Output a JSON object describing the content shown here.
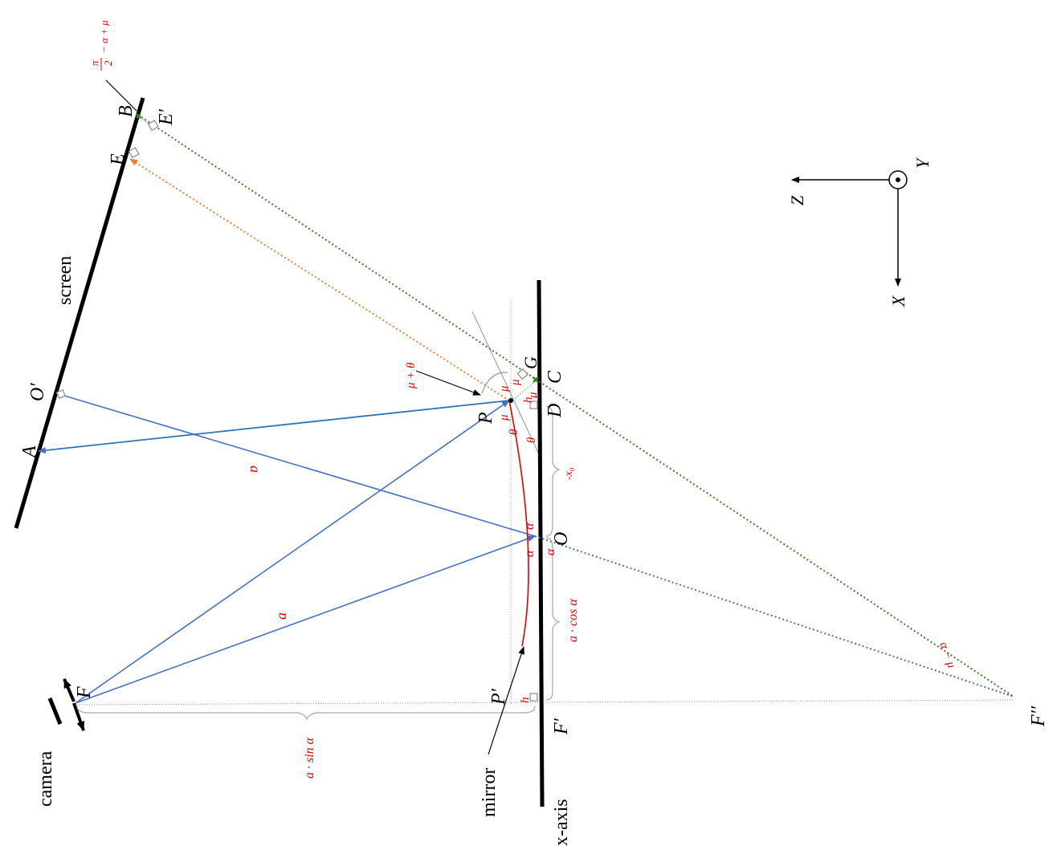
{
  "labels": {
    "camera": "camera",
    "mirror": "mirror",
    "screen": "screen",
    "x_axis": "x-axis",
    "F": "F",
    "F_prime": "F′",
    "F_double_prime": "F′′",
    "P": "P",
    "P_prime": "P′",
    "O": "O",
    "O_prime": "O′",
    "A": "A",
    "B": "B",
    "C": "C",
    "D": "D",
    "E": "E",
    "E_prime": "E′",
    "G": "G"
  },
  "annotations": {
    "a_sin_alpha": "a · sin α",
    "a_cos_alpha": "a · cos α",
    "neg_x0": "-x₀",
    "a_upper": "a",
    "a_lower": "a",
    "alpha": "α",
    "mu": "μ",
    "theta": "θ",
    "h": "h",
    "mu_plus_theta": "μ + θ",
    "alpha_minus_mu": "α − μ",
    "pi_over_2_num": "π",
    "pi_over_2_den": "2",
    "pi_term_rest": "− α + μ"
  },
  "axes": {
    "X": "X",
    "Y": "Y",
    "Z": "Z"
  },
  "colors": {
    "blue": "#4472c4",
    "orange": "#ed7d31",
    "green": "#3a7d22",
    "red": "#e00000",
    "gray": "#a6a6a6"
  }
}
